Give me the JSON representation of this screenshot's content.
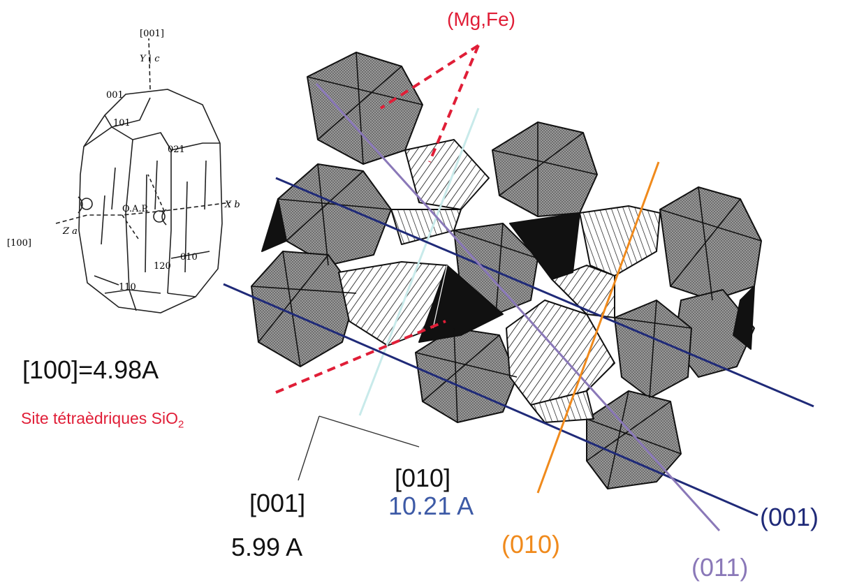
{
  "colors": {
    "red": "#e01e37",
    "navy": "#1f2a78",
    "violet": "#8a78b8",
    "orange": "#f08a1c",
    "cyan": "#c8eaea",
    "blue_text": "#3d5aa6",
    "gray_fill": "#8c8c8c",
    "black": "#111111"
  },
  "crystal": {
    "axis_top": "[001]",
    "axis_top_sub": "Y | c",
    "axis_left": "[100]",
    "axis_left_sub": "Z\na",
    "axis_right_sub": "X\nb",
    "face_001": "001",
    "face_101": "101",
    "face_021": "021",
    "face_010": "010",
    "face_120": "120",
    "face_110": "110",
    "oap": "O.A.P."
  },
  "labels": {
    "mgfe": "(Mg,Fe)",
    "param_100": "[100]=4.98A",
    "site_prefix": "Site tétraèdriques SiO",
    "site_sub": "2",
    "axis_001": "[001]",
    "val_001": "5.99 A",
    "axis_010": "[010]",
    "val_010": "10.21 A",
    "plane_001": "(001)",
    "plane_010": "(010)",
    "plane_011": "(011)"
  }
}
